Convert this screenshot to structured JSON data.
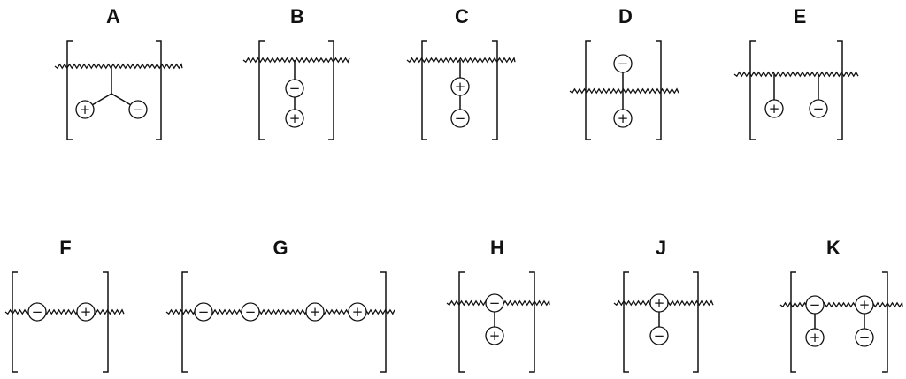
{
  "panels": [
    {
      "label": "A",
      "charges": [
        "+",
        "−"
      ]
    },
    {
      "label": "B",
      "charges": [
        "−",
        "+"
      ]
    },
    {
      "label": "C",
      "charges": [
        "+",
        "−"
      ]
    },
    {
      "label": "D",
      "charges": [
        "−",
        "+"
      ]
    },
    {
      "label": "E",
      "charges": [
        "+",
        "−"
      ]
    },
    {
      "label": "F",
      "charges": [
        "−",
        "+"
      ]
    },
    {
      "label": "G",
      "charges": [
        "−",
        "−",
        "+",
        "+"
      ]
    },
    {
      "label": "H",
      "charges": [
        "−",
        "+"
      ]
    },
    {
      "label": "J",
      "charges": [
        "+",
        "−"
      ]
    },
    {
      "label": "K",
      "charges": [
        "−",
        "+",
        "+",
        "−"
      ]
    }
  ]
}
